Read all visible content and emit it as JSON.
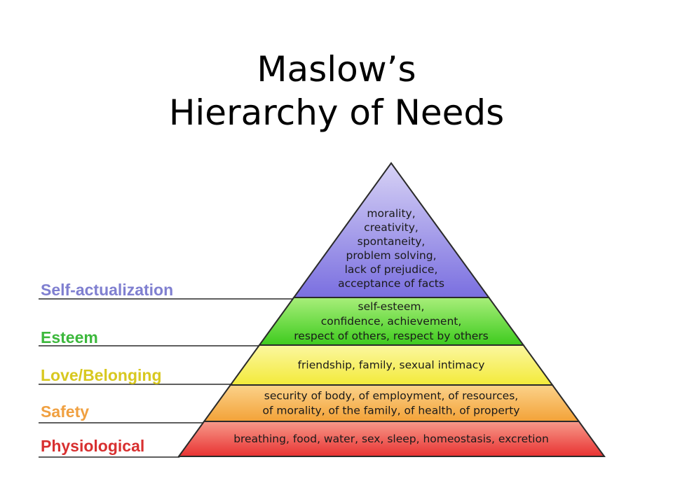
{
  "title": {
    "line1": "Maslow’s",
    "line2": "Hierarchy of Needs"
  },
  "levels": [
    {
      "name": "Self-actualization",
      "label_color": "#7f7fd0",
      "fill_top": "#d7d2f5",
      "fill_bottom": "#7a6fe0",
      "description": [
        "morality,",
        "creativity,",
        "spontaneity,",
        "problem solving,",
        "lack of prejudice,",
        "acceptance of facts"
      ]
    },
    {
      "name": "Esteem",
      "label_color": "#3cb83c",
      "fill_top": "#a8ee7a",
      "fill_bottom": "#3ecb1e",
      "description": [
        "self-esteem,",
        "confidence, achievement,",
        "respect of others, respect by others"
      ]
    },
    {
      "name": "Love/Belonging",
      "label_color": "#d8c820",
      "fill_top": "#fbf7a0",
      "fill_bottom": "#f3ea3a",
      "description": [
        "friendship, family, sexual intimacy"
      ]
    },
    {
      "name": "Safety",
      "label_color": "#f0a040",
      "fill_top": "#fbd28a",
      "fill_bottom": "#f3a238",
      "description": [
        "security of body, of employment, of resources,",
        "of morality, of the family, of health, of property"
      ]
    },
    {
      "name": "Physiological",
      "label_color": "#d83030",
      "fill_top": "#f79a8a",
      "fill_bottom": "#e83232",
      "description": [
        "breathing, food, water, sex, sleep, homeostasis, excretion"
      ]
    }
  ]
}
